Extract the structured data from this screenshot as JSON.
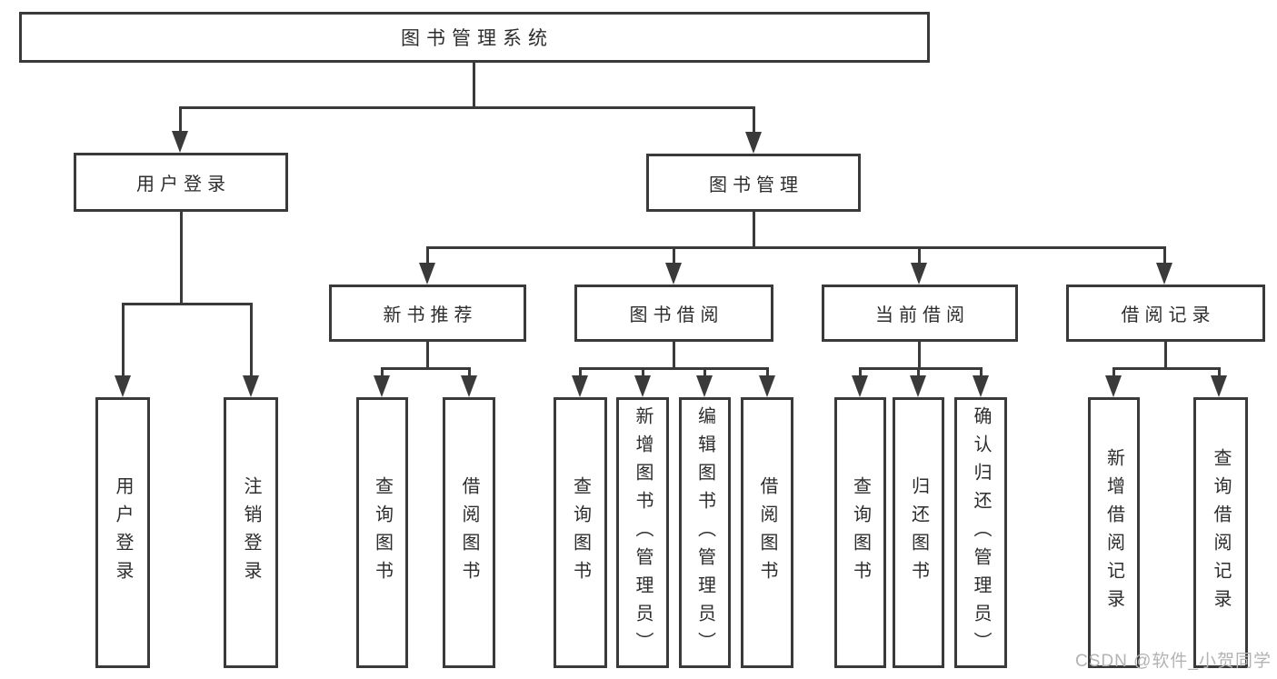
{
  "diagram": {
    "root": {
      "label": "图书管理系统"
    },
    "level2": {
      "user_login": {
        "label": "用户登录"
      },
      "book_management": {
        "label": "图书管理"
      }
    },
    "level3": {
      "new_book_recommend": {
        "label": "新书推荐"
      },
      "book_borrow": {
        "label": "图书借阅"
      },
      "current_borrow": {
        "label": "当前借阅"
      },
      "borrow_records": {
        "label": "借阅记录"
      }
    },
    "leaves": {
      "user_login": [
        "用户登录",
        "注销登录"
      ],
      "new_book_recommend": [
        "查询图书",
        "借阅图书"
      ],
      "book_borrow": [
        "查询图书",
        "新增图书（管理员）",
        "编辑图书（管理员）",
        "借阅图书"
      ],
      "current_borrow": [
        "查询图书",
        "归还图书",
        "确认归还（管理员）"
      ],
      "borrow_records": [
        "新增借阅记录",
        "查询借阅记录"
      ]
    }
  },
  "watermark": {
    "text": "CSDN @软件_小贺同学"
  },
  "colors": {
    "background": "#ffffff",
    "line": "#3a3a3a",
    "box_border": "#3a3a3a",
    "text": "#2d2d2d",
    "watermark": "#b3b3b3"
  }
}
